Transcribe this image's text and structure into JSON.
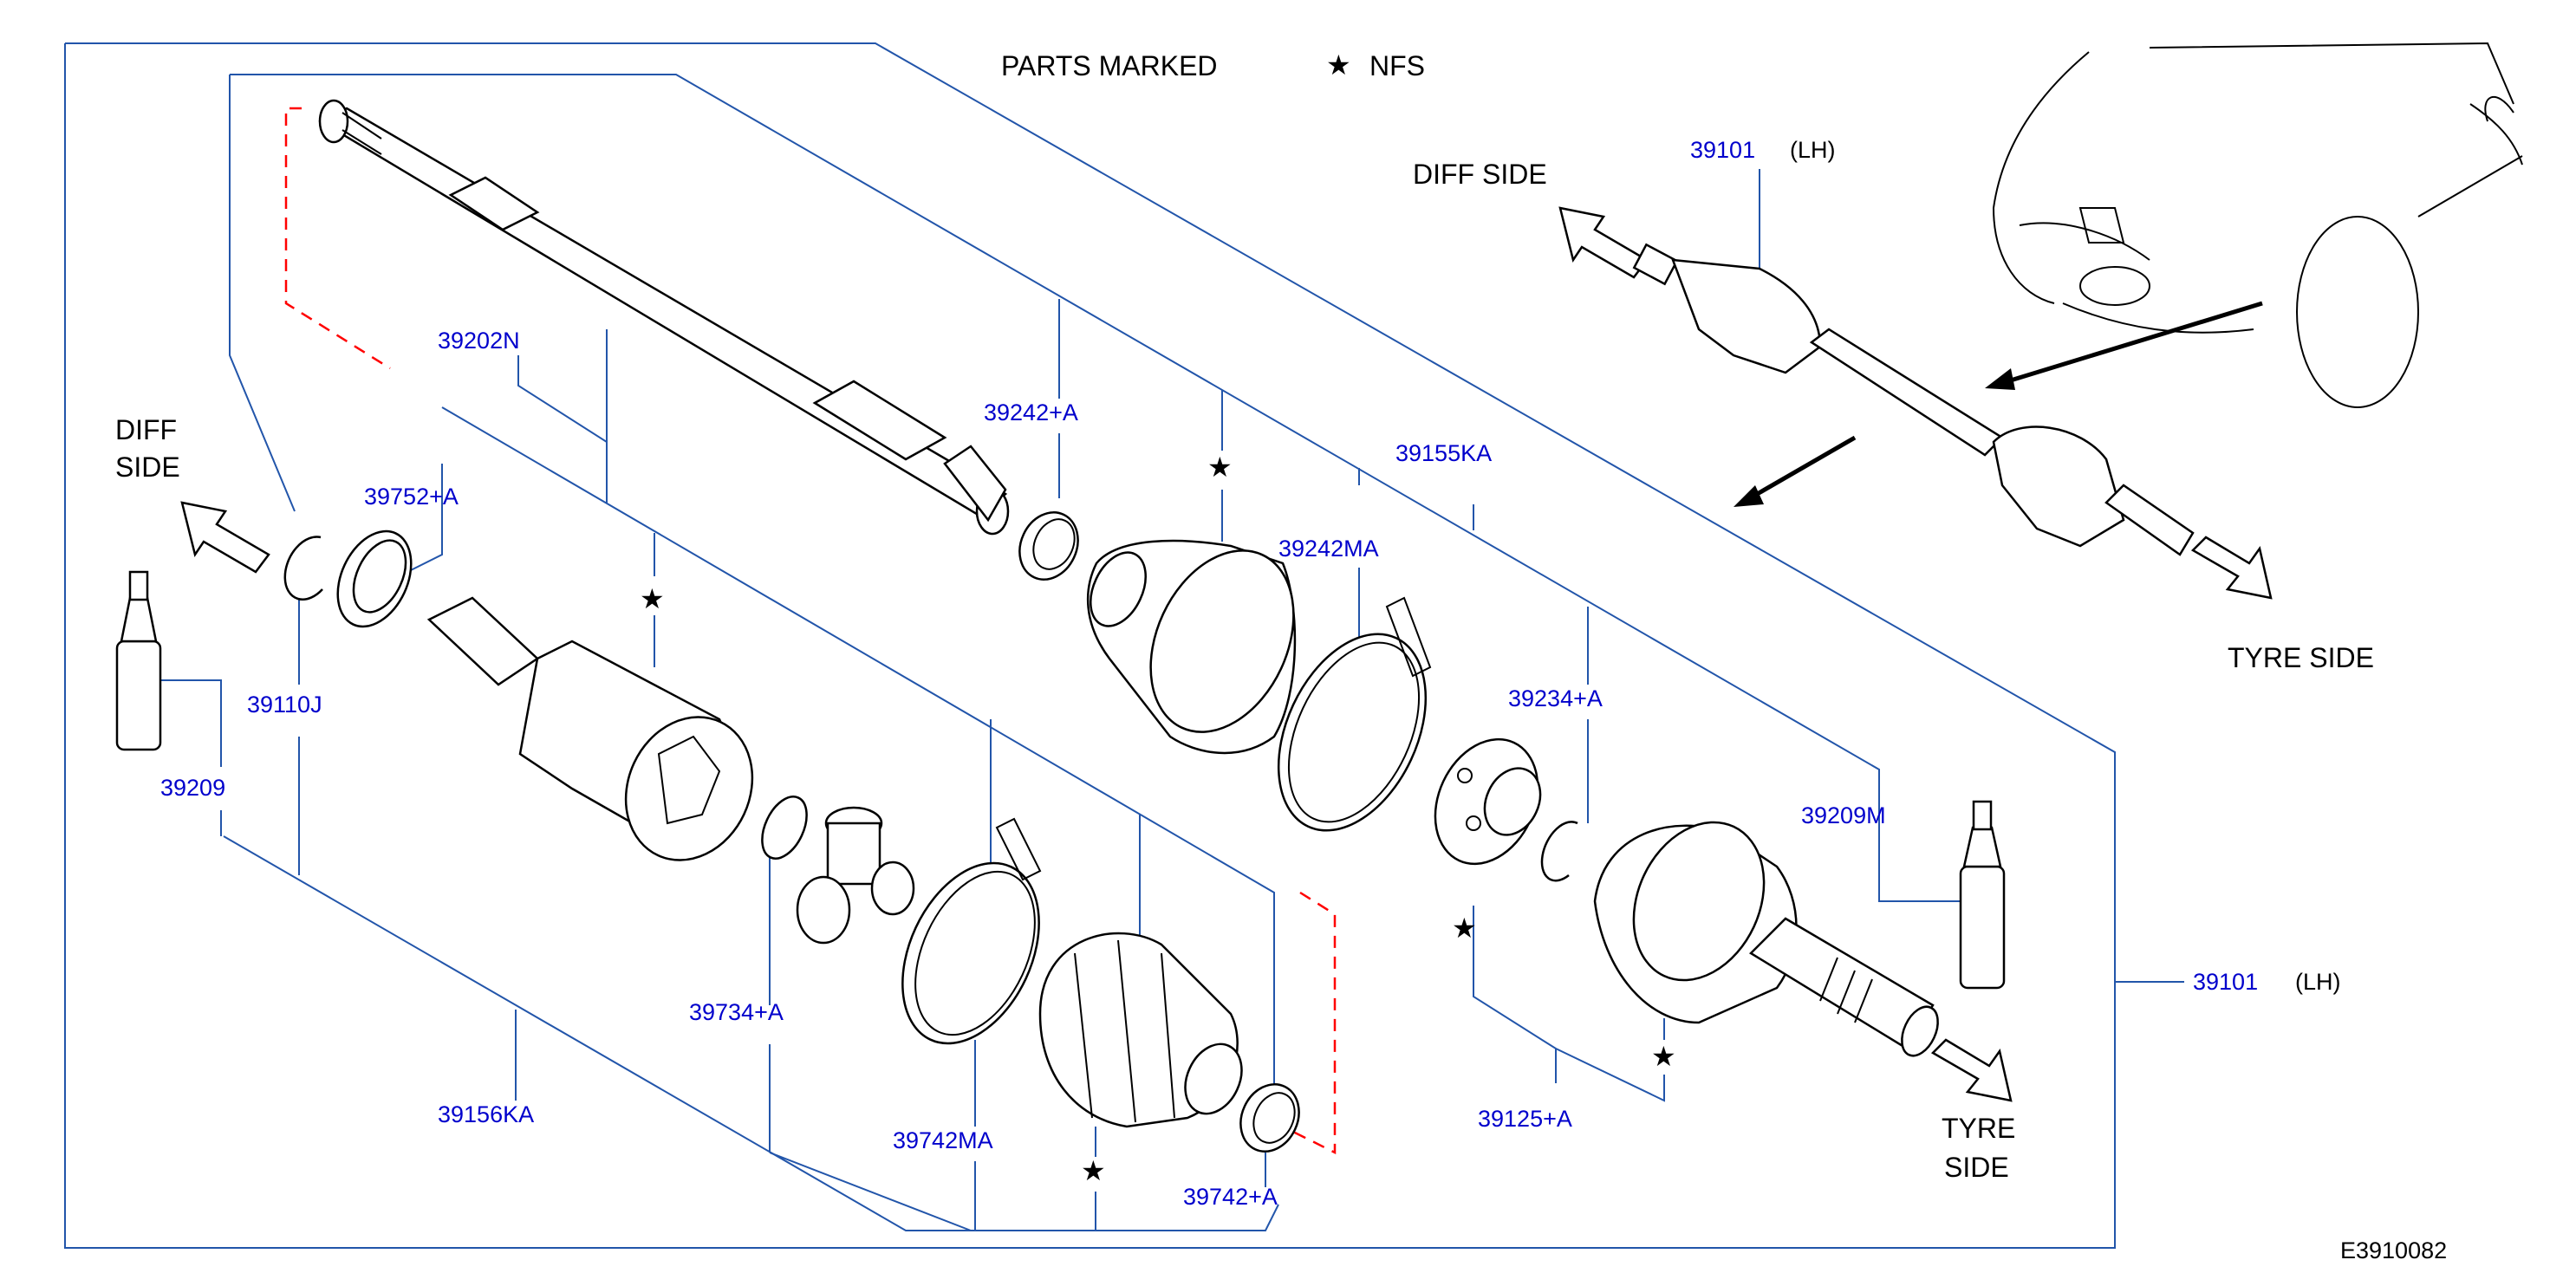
{
  "header": {
    "parts_marked": "PARTS   MARKED",
    "nfs_star": "★",
    "nfs": "NFS"
  },
  "directions": {
    "diff_side_top": "DIFF   SIDE",
    "tyre_side_right": "TYRE   SIDE",
    "diff_left_line1": "DIFF",
    "diff_left_line2": "SIDE",
    "tyre_bottom_line1": "TYRE",
    "tyre_bottom_line2": "SIDE"
  },
  "parts": {
    "p39101_top": "39101",
    "p39101_top_side": "(LH)",
    "p39202N": "39202N",
    "p39752A": "39752+A",
    "p39242A": "39242+A",
    "p39155KA": "39155KA",
    "p39242MA": "39242MA",
    "p39234A": "39234+A",
    "p39110J": "39110J",
    "p39209": "39209",
    "p39209M": "39209M",
    "p39734A": "39734+A",
    "p39156KA": "39156KA",
    "p39742MA": "39742MA",
    "p39742A": "39742+A",
    "p39125A": "39125+A",
    "p39101_right": "39101",
    "p39101_right_side": "(LH)"
  },
  "stars": {
    "s1": "★",
    "s2": "★",
    "s3": "★",
    "s4": "★",
    "s5": "★"
  },
  "footer": {
    "diagram_code": "E3910082"
  },
  "colors": {
    "label": "#0000cc",
    "leader": "#2255aa",
    "cut_line": "#ff0000"
  }
}
